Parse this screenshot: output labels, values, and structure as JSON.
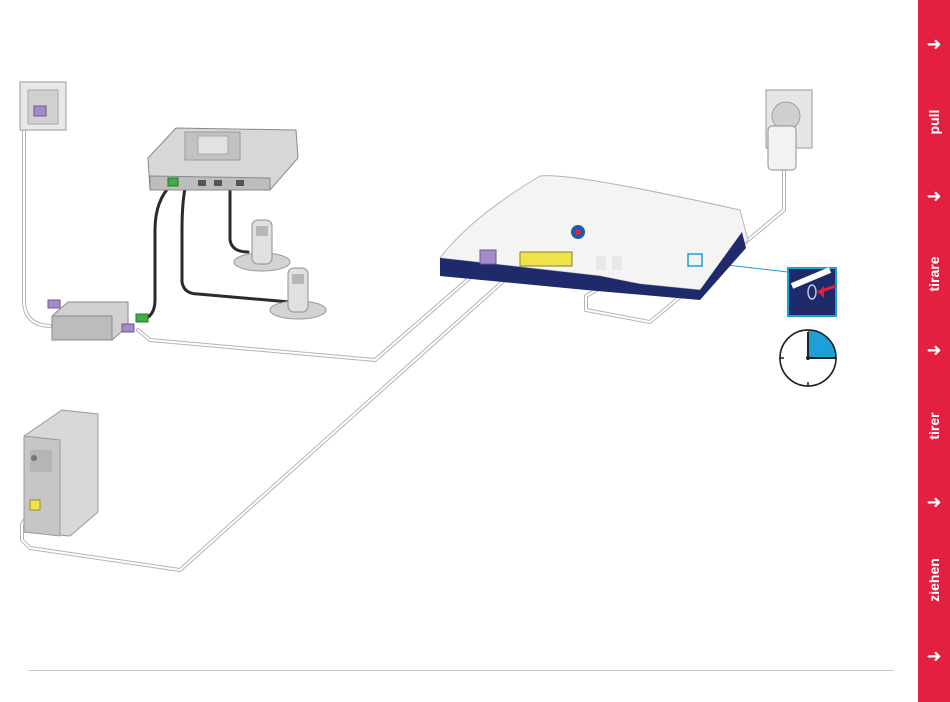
{
  "sidebar": {
    "color": "#e3203f",
    "arrow_icon": "right-arrow-icon",
    "labels": [
      "pull",
      "tirare",
      "tirer",
      "ziehen"
    ]
  },
  "diagram": {
    "router_color": "#1f2a6b",
    "highlight_color": "#1d9fd8",
    "ethernet_color": "#f0e34a",
    "dsl_color": "#a58bc9",
    "splitter_port_color": "#3fae49",
    "timer_fraction": 0.25
  }
}
